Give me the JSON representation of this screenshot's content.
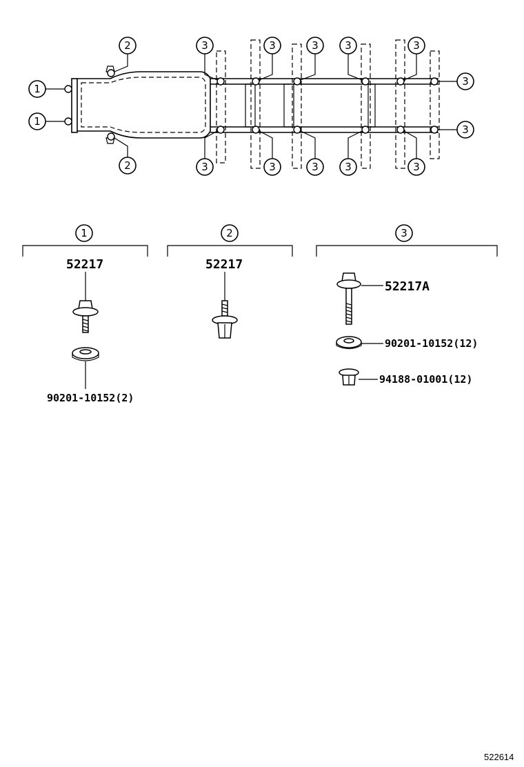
{
  "callouts": {
    "c1": "1",
    "c2": "2",
    "c3": "3"
  },
  "groups": {
    "g1": {
      "number": "1",
      "part_main": "52217",
      "part_washer": "90201-10152(2)"
    },
    "g2": {
      "number": "2",
      "part_main": "52217"
    },
    "g3": {
      "number": "3",
      "part_bolt": "52217A",
      "part_washer": "90201-10152(12)",
      "part_nut": "94188-01001(12)"
    }
  },
  "reference_code": "522614"
}
